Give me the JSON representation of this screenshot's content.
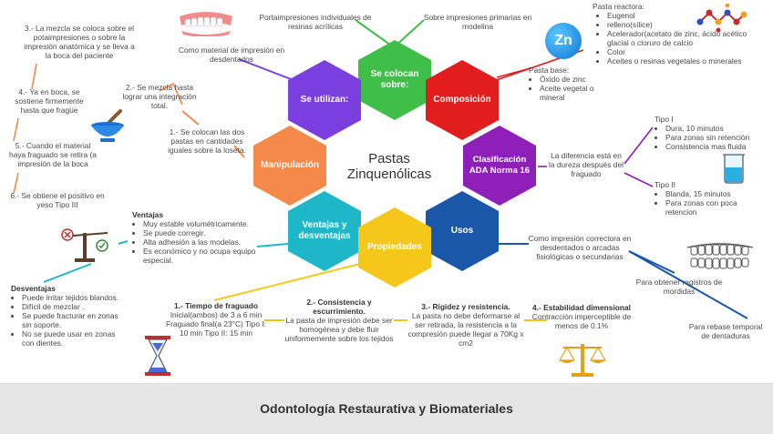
{
  "center": {
    "line1": "Pastas",
    "line2": "Zinquenólicas"
  },
  "hexagons": [
    {
      "id": "se_colocan",
      "label": "Se colocan sobre:",
      "color": "#3fbf49"
    },
    {
      "id": "se_utilizan",
      "label": "Se utilizan:",
      "color": "#7b3fe0"
    },
    {
      "id": "composicion",
      "label": "Composición",
      "color": "#e11d1d"
    },
    {
      "id": "manipulacion",
      "label": "Manipulación",
      "color": "#f4894a"
    },
    {
      "id": "clasificacion",
      "label": "Clasificación ADA Norma 16",
      "color": "#8e1fb8"
    },
    {
      "id": "ventajas",
      "label": "Ventajas y desventajas",
      "color": "#1eb7c9"
    },
    {
      "id": "usos",
      "label": "Usos",
      "color": "#1a57a8"
    },
    {
      "id": "propiedades",
      "label": "Propiedades",
      "color": "#f5c71a"
    }
  ],
  "se_colocan_sobre": {
    "left": "Portaimpresiones individuales de resinas acrílicas",
    "right": "Sobre impresiones primarias en modelina"
  },
  "se_utilizan": {
    "text": "Como material de impresión en desdentados"
  },
  "composicion": {
    "reactora_title": "Pasta reactora:",
    "reactora_items": [
      "Eugenol",
      "relleno(sílice)",
      "Acelerador(acetato de zinc, ácido acético glacial o cloruro de calcio",
      "Color",
      "Aceites o resinas vegetales o minerales"
    ],
    "base_title": "Pasta base:",
    "base_items": [
      "Óxido de zinc",
      "Aceite vegetal o mineral"
    ],
    "zn_label": "Zn"
  },
  "clasificacion": {
    "difference": "La diferencia está en la dureza después del fraguado",
    "tipo1_title": "Tipo I",
    "tipo1_items": [
      "Dura, 10 minutos",
      "Para zonas sin retención",
      "Consistencia mas fluida"
    ],
    "tipo2_title": "Tipo II",
    "tipo2_items": [
      "Blanda, 15 minutos",
      "Para zonas con poca retencion"
    ]
  },
  "usos": {
    "main": "Como impresión correctora en desdentados o arcadas fisiológicas o secundarias",
    "sub1": "Para obtener registros de mordidas",
    "sub2": "Para rebase temporal de dentaduras"
  },
  "manipulacion": {
    "step1": "1.- Se colocan las dos pastas en cantidades iguales sobre la loseta.",
    "step2": "2.- Se mezcla hasta lograr una integración total.",
    "step3": "3.- La mezcla se coloca sobre el potaimpresiones o sobre la impresión anatómica y se lleva a la boca del paciente",
    "step4": "4.- Ya en boca, se sostiene firmemente hasta que fragüe",
    "step5": "5.- Cuando el material haya fraguado se retira (a impresión de la boca",
    "step6": "6.- Se obtiene el positivo en yeso Tipo III"
  },
  "ventajas": {
    "title": "Ventajas",
    "items": [
      "Muy estable volumétricamente.",
      "Se puede corregir.",
      "Alta adhesión a las modelas.",
      "Es económico y no ocupa equipo especial."
    ]
  },
  "desventajas": {
    "title": "Desventajas",
    "items": [
      "Puede irritar tejidos blandos.",
      "Difícil de mezclar .",
      "Se puede fracturar en zonas sin soporte.",
      "No se puede usar en zonas con dientes."
    ]
  },
  "propiedades": {
    "p1_title": "1.- Tiempo de fraguado",
    "p1_body": "Inicial(ambos) de 3 a 6 min Fraguado final(a 23°C) Tipo I: 10 min Tipo II: 15 min",
    "p2_title": "2.- Consistencia y escurrimiento.",
    "p2_body": "La pasta de impresión debe ser homogénea y debe fluir uniformemente sobre los tejidos",
    "p3_title": "3.- Rigidez y resistencia.",
    "p3_body": "La pasta no debe deformarse al ser retirada, la resistencia a la compresión puede llegar a 70Kg x cm2",
    "p4_title": "4.- Estabilidad dimensional",
    "p4_body": "Contracción imperceptible de menos de 0.1%"
  },
  "footer": {
    "title": "Odontología Restaurativa y Biomateriales"
  }
}
